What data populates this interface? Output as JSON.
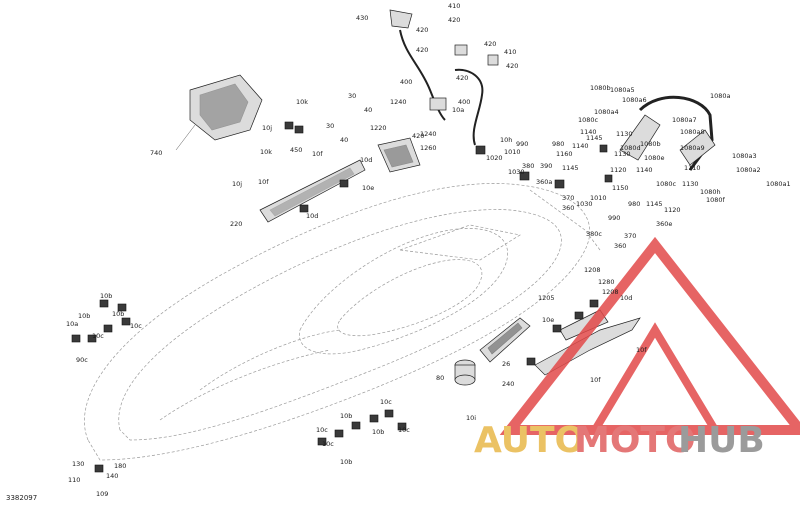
{
  "drawing": {
    "number": "3382097"
  },
  "watermark": {
    "brand_parts": [
      "AUTO",
      "MOTO",
      "HUB"
    ],
    "colors": {
      "auto": "#e8b84a",
      "moto": "#e06060",
      "hub": "#8a8a8a",
      "triangle": "#e24a4a"
    }
  },
  "callouts": [
    {
      "id": "c430",
      "label": "430"
    },
    {
      "id": "c410",
      "label": "410"
    },
    {
      "id": "c420a",
      "label": "420"
    },
    {
      "id": "c420b",
      "label": "420"
    },
    {
      "id": "c420c",
      "label": "420"
    },
    {
      "id": "c410b",
      "label": "410"
    },
    {
      "id": "c420d",
      "label": "420"
    },
    {
      "id": "c420e",
      "label": "420"
    },
    {
      "id": "c400a",
      "label": "400"
    },
    {
      "id": "c400b",
      "label": "400"
    },
    {
      "id": "c420f",
      "label": "420"
    },
    {
      "id": "c10a",
      "label": "10a"
    },
    {
      "id": "c420g",
      "label": "420"
    },
    {
      "id": "c1240",
      "label": "1240"
    },
    {
      "id": "c1240b",
      "label": "1240"
    },
    {
      "id": "c1220",
      "label": "1220"
    },
    {
      "id": "c1260",
      "label": "1260"
    },
    {
      "id": "c740",
      "label": "740"
    },
    {
      "id": "c10k",
      "label": "10k"
    },
    {
      "id": "c30a",
      "label": "30"
    },
    {
      "id": "c40a",
      "label": "40"
    },
    {
      "id": "c10j",
      "label": "10j"
    },
    {
      "id": "c30b",
      "label": "30"
    },
    {
      "id": "c40b",
      "label": "40"
    },
    {
      "id": "c450",
      "label": "450"
    },
    {
      "id": "c10k2",
      "label": "10k"
    },
    {
      "id": "c10f",
      "label": "10f"
    },
    {
      "id": "c10d",
      "label": "10d"
    },
    {
      "id": "c10e",
      "label": "10e"
    },
    {
      "id": "c10j2",
      "label": "10j"
    },
    {
      "id": "c10f2",
      "label": "10f"
    },
    {
      "id": "c10d2",
      "label": "10d"
    },
    {
      "id": "c220",
      "label": "220"
    },
    {
      "id": "c10h",
      "label": "10h"
    },
    {
      "id": "c1020",
      "label": "1020"
    },
    {
      "id": "c990",
      "label": "990"
    },
    {
      "id": "c1010",
      "label": "1010"
    },
    {
      "id": "c980",
      "label": "980"
    },
    {
      "id": "c1030",
      "label": "1030"
    },
    {
      "id": "c380",
      "label": "380"
    },
    {
      "id": "c390",
      "label": "390"
    },
    {
      "id": "c360a",
      "label": "360a"
    },
    {
      "id": "c1160",
      "label": "1160"
    },
    {
      "id": "c1140",
      "label": "1140"
    },
    {
      "id": "c1145",
      "label": "1145"
    },
    {
      "id": "c1080b",
      "label": "1080b"
    },
    {
      "id": "c1080a5",
      "label": "1080a5"
    },
    {
      "id": "c1080a6",
      "label": "1080a6"
    },
    {
      "id": "c1080a",
      "label": "1080a"
    },
    {
      "id": "c1080a4",
      "label": "1080a4"
    },
    {
      "id": "c1080c",
      "label": "1080c"
    },
    {
      "id": "c1140b",
      "label": "1140"
    },
    {
      "id": "c1145b",
      "label": "1145"
    },
    {
      "id": "c1130",
      "label": "1130"
    },
    {
      "id": "c1080a7",
      "label": "1080a7"
    },
    {
      "id": "c1080a8",
      "label": "1080a8"
    },
    {
      "id": "c1080e",
      "label": "1080e"
    },
    {
      "id": "c1080d",
      "label": "1080d"
    },
    {
      "id": "c1080a3",
      "label": "1080a3"
    },
    {
      "id": "c1080a9",
      "label": "1080a9"
    },
    {
      "id": "c1080a2",
      "label": "1080a2"
    },
    {
      "id": "c1080a1",
      "label": "1080a1"
    },
    {
      "id": "c1080f",
      "label": "1080f"
    },
    {
      "id": "c1130b",
      "label": "1130"
    },
    {
      "id": "c1110",
      "label": "1110"
    },
    {
      "id": "c1120",
      "label": "1120"
    },
    {
      "id": "c1150",
      "label": "1150"
    },
    {
      "id": "c1140c",
      "label": "1140"
    },
    {
      "id": "c1120b",
      "label": "1120"
    },
    {
      "id": "c1145c",
      "label": "1145"
    },
    {
      "id": "c1080c2",
      "label": "1080c"
    },
    {
      "id": "c1130c",
      "label": "1130"
    },
    {
      "id": "c1080h",
      "label": "1080h"
    },
    {
      "id": "c1080b2",
      "label": "1080b"
    },
    {
      "id": "c980b",
      "label": "980"
    },
    {
      "id": "c370",
      "label": "370"
    },
    {
      "id": "c360",
      "label": "360"
    },
    {
      "id": "c1030b",
      "label": "1030"
    },
    {
      "id": "c1010b",
      "label": "1010"
    },
    {
      "id": "c990b",
      "label": "990"
    },
    {
      "id": "c370b",
      "label": "370"
    },
    {
      "id": "c360e",
      "label": "360e"
    },
    {
      "id": "c360b",
      "label": "360"
    },
    {
      "id": "c380c",
      "label": "380c"
    },
    {
      "id": "c1208",
      "label": "1208"
    },
    {
      "id": "c1280",
      "label": "1280"
    },
    {
      "id": "c1205",
      "label": "1205"
    },
    {
      "id": "c1208b",
      "label": "1208"
    },
    {
      "id": "c10d3",
      "label": "10d"
    },
    {
      "id": "c10e2",
      "label": "10e"
    },
    {
      "id": "c10f3",
      "label": "10f"
    },
    {
      "id": "c26",
      "label": "26"
    },
    {
      "id": "c240",
      "label": "240"
    },
    {
      "id": "c10f4",
      "label": "10f"
    },
    {
      "id": "c80",
      "label": "80"
    },
    {
      "id": "c10i",
      "label": "10i"
    },
    {
      "id": "c10b",
      "label": "10b"
    },
    {
      "id": "c10b2",
      "label": "10b"
    },
    {
      "id": "c10c",
      "label": "10c"
    },
    {
      "id": "c10b3",
      "label": "10b"
    },
    {
      "id": "c10a2",
      "label": "10a"
    },
    {
      "id": "c10c2",
      "label": "10c"
    },
    {
      "id": "c90c",
      "label": "90c"
    },
    {
      "id": "c10c3",
      "label": "10c"
    },
    {
      "id": "c10c4",
      "label": "10c"
    },
    {
      "id": "c10b4",
      "label": "10b"
    },
    {
      "id": "c10c5",
      "label": "10c"
    },
    {
      "id": "c10b5",
      "label": "10b"
    },
    {
      "id": "c10c6",
      "label": "10c"
    },
    {
      "id": "c10b6",
      "label": "10b"
    },
    {
      "id": "c130",
      "label": "130"
    },
    {
      "id": "c180",
      "label": "180"
    },
    {
      "id": "c140",
      "label": "140"
    },
    {
      "id": "c110",
      "label": "110"
    },
    {
      "id": "c109",
      "label": "109"
    }
  ]
}
